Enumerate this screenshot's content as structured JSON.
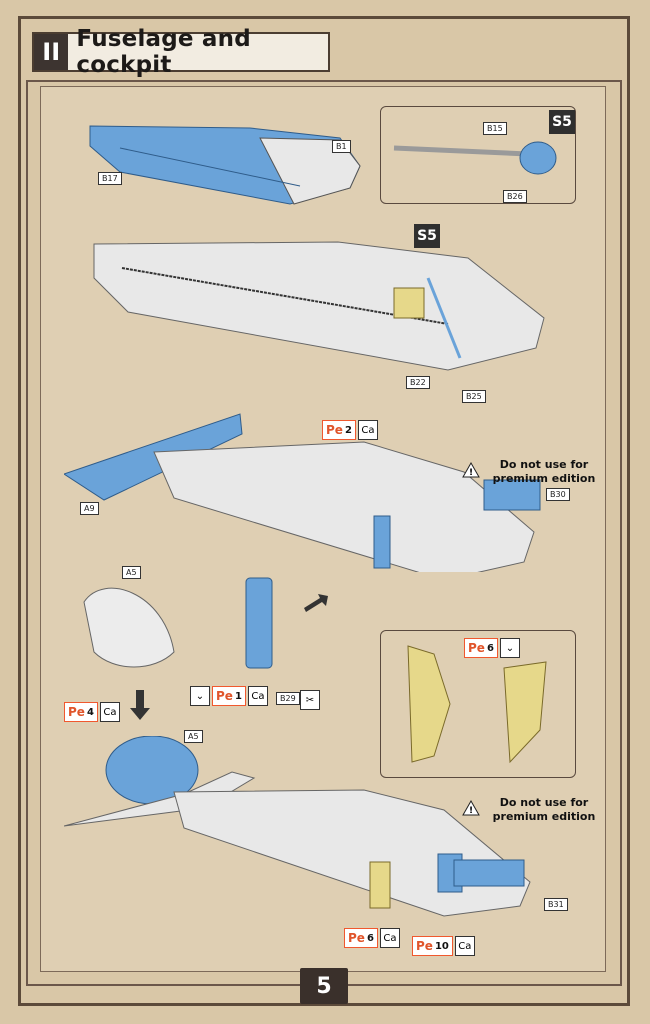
{
  "header": {
    "section_number": "II",
    "title": "Fuselage and cockpit"
  },
  "steps": {
    "s5": "S5"
  },
  "labels": {
    "b17": "B17",
    "b1": "B1",
    "b15": "B15",
    "b26": "B26",
    "b22": "B22",
    "b25": "B25",
    "a9": "A9",
    "b30": "B30",
    "a5_top": "A5",
    "a5_bottom": "A5",
    "b29": "B29",
    "b31": "B31"
  },
  "notes": {
    "premium_1": "Do not use for premium edition",
    "premium_2": "Do not use for premium edition"
  },
  "pe_parts": {
    "pe_text": "Pe",
    "p2": "2",
    "p4": "4",
    "p1": "1",
    "p6_box": "6",
    "p6": "6",
    "p10": "10"
  },
  "icons": {
    "ca": "Ca"
  },
  "page": {
    "number": "5"
  },
  "colors": {
    "background": "#d9c7a7",
    "part_blue": "#6aa3d9",
    "part_gray": "#e8e8e8",
    "part_yellow": "#e6d88a",
    "accent_orange": "#e0552b"
  }
}
